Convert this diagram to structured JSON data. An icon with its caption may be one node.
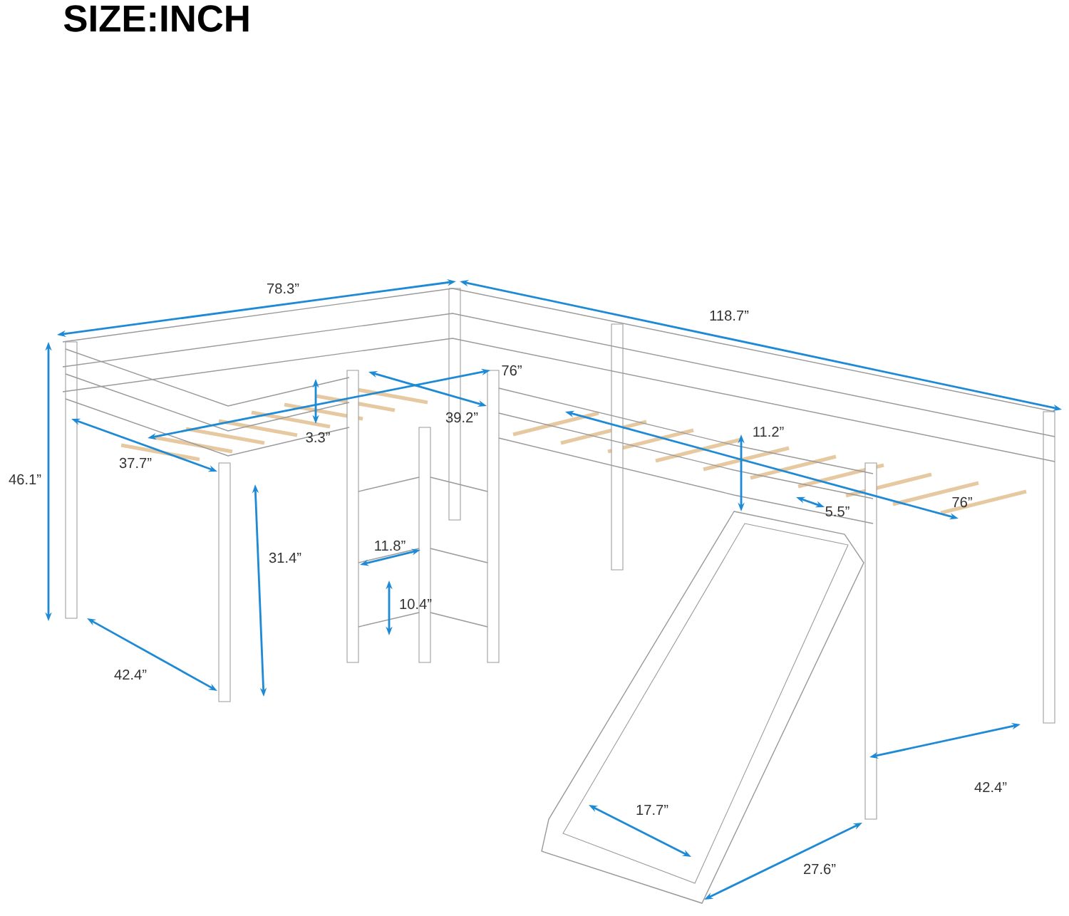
{
  "diagram": {
    "title": "SIZE:INCH",
    "labels": [
      "78.3”",
      "118.7”",
      "76”",
      "46.1”",
      "39.2”",
      "11.2”",
      "3.3”",
      "37.7”",
      "76”",
      "5.5”",
      "11.8”",
      "31.4”",
      "10.4”",
      "42.4”",
      "17.7”",
      "42.4”",
      "27.6”"
    ]
  }
}
